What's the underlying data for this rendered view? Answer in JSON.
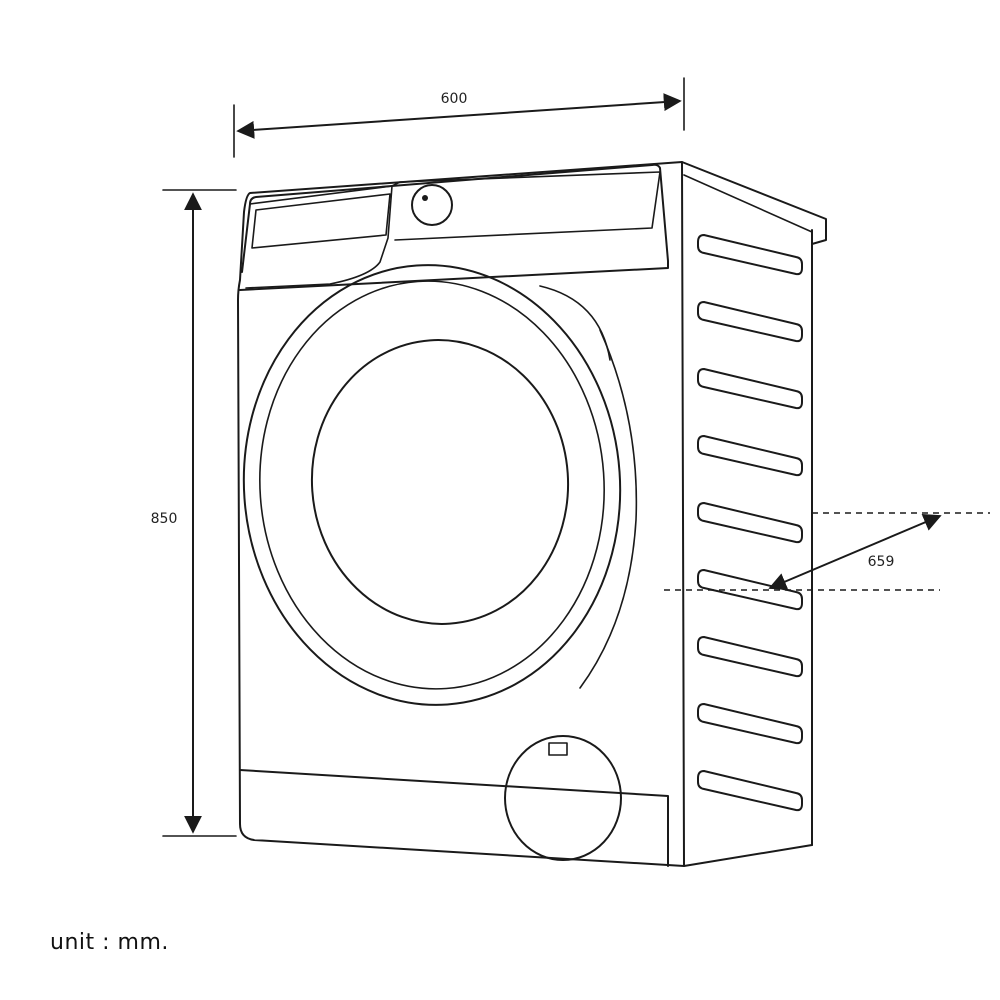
{
  "dimensions": {
    "width": "600",
    "height": "850",
    "depth": "659"
  },
  "unit_label": "unit : mm."
}
